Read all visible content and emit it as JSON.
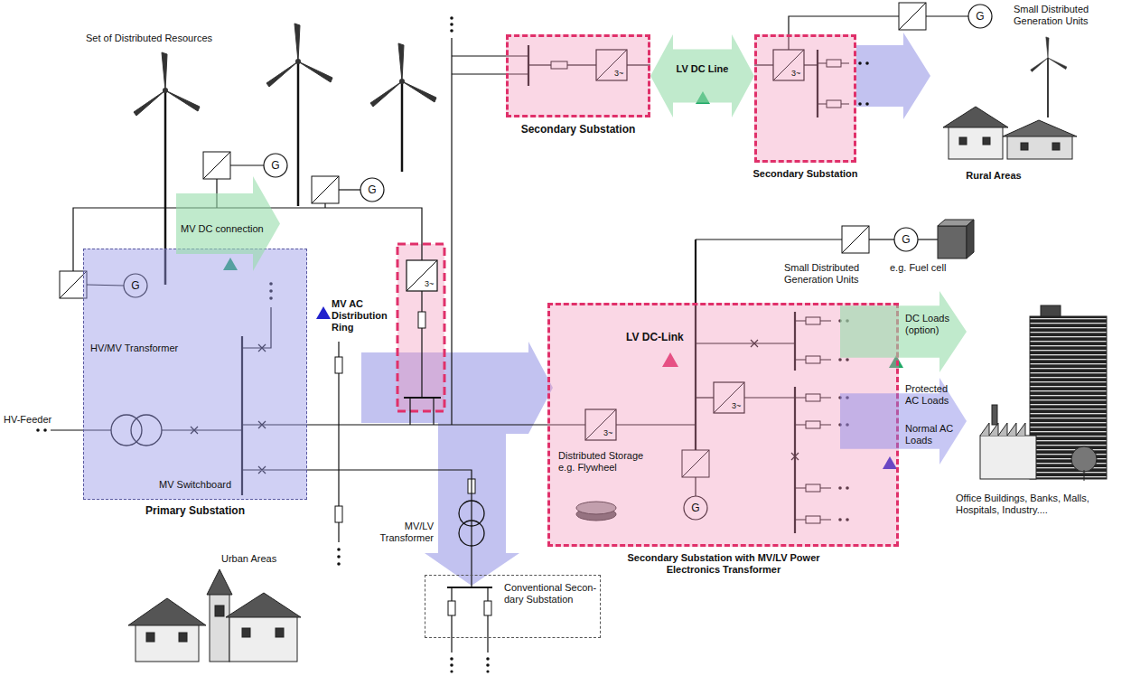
{
  "diagram": {
    "nodes": [
      {
        "text": [
          "Primary Substation"
        ]
      },
      {
        "text": [
          "MV DC connection"
        ]
      },
      {
        "text": [
          "Secondary Substation"
        ]
      },
      {
        "text": [
          "LV DC Line"
        ]
      },
      {
        "text": [
          "Secondary Substation"
        ]
      },
      {
        "text": [
          "Secondary Substation with MV/LV Power Electronics Transformer"
        ]
      },
      {
        "text": [
          "DC Loads (option)"
        ]
      },
      {
        "text": [
          "Protected AC Loads",
          "Normal AC Loads"
        ]
      },
      {
        "text": [
          "Conventional Secon- dary Substation"
        ]
      }
    ],
    "edges": [
      {
        "from": 0,
        "to": 8,
        "arrow": "none"
      },
      {
        "from": 0,
        "to": 5,
        "arrow": "none"
      }
    ],
    "labels": [
      "Set of Distributed Resources",
      "Small Distributed Generation Units",
      "Rural Areas",
      "HV-Feeder",
      "HV/MV Transformer",
      "MV Switchboard",
      "MV AC Distribution Ring",
      "LV DC-Link",
      "Small Distributed Generation Units",
      "e.g. Fuel cell",
      "Office Buildings, Banks, Malls, Hospitals, Industry....",
      "Distributed Storage e.g. Flywheel",
      "Urban Areas",
      "MV/LV Transformer",
      "G",
      "G",
      "G",
      "G",
      "G",
      "G",
      "3~",
      "3~",
      "3~",
      "3~",
      "3~"
    ]
  }
}
